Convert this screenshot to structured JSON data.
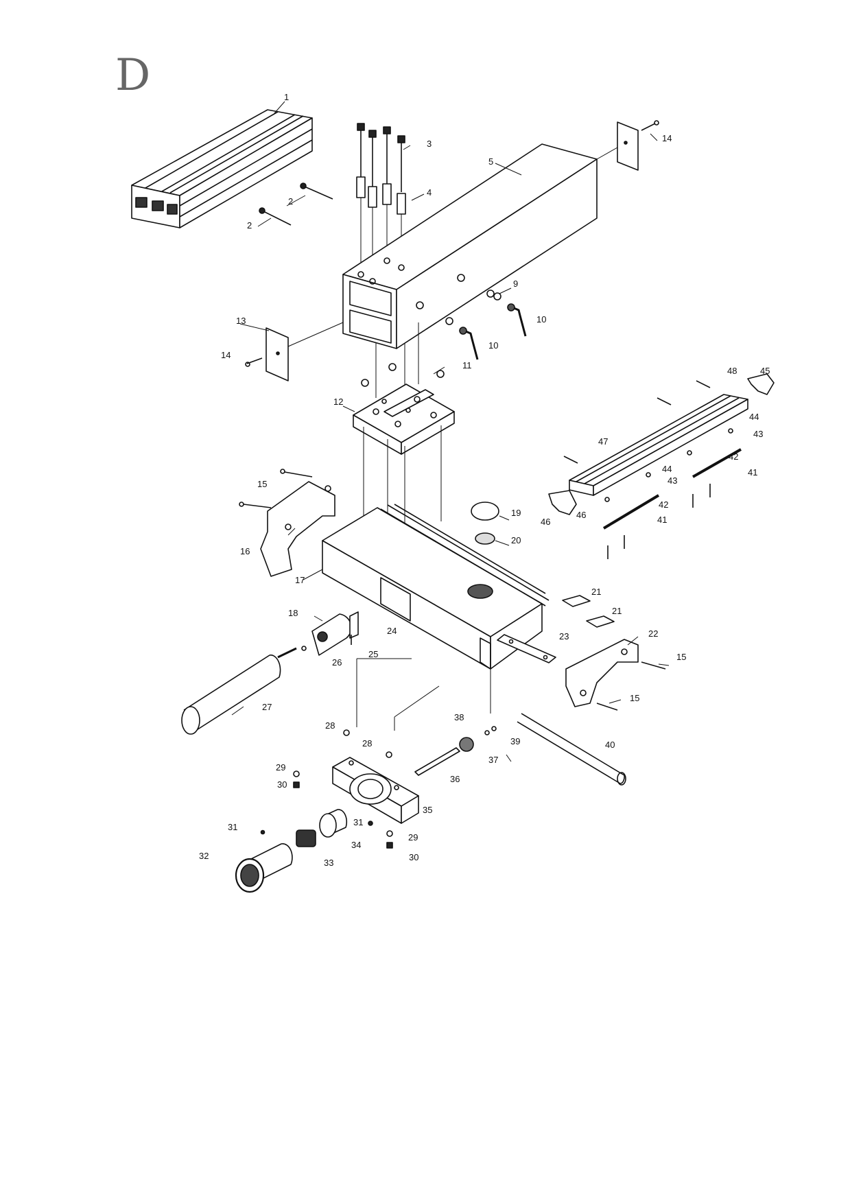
{
  "section_letter": "D",
  "callouts": [
    {
      "num": "1"
    },
    {
      "num": "2"
    },
    {
      "num": "2"
    },
    {
      "num": "3"
    },
    {
      "num": "4"
    },
    {
      "num": "5"
    },
    {
      "num": "14"
    },
    {
      "num": "9"
    },
    {
      "num": "10"
    },
    {
      "num": "10"
    },
    {
      "num": "13"
    },
    {
      "num": "14"
    },
    {
      "num": "11"
    },
    {
      "num": "12"
    },
    {
      "num": "48"
    },
    {
      "num": "45"
    },
    {
      "num": "44"
    },
    {
      "num": "47"
    },
    {
      "num": "43"
    },
    {
      "num": "42"
    },
    {
      "num": "41"
    },
    {
      "num": "44"
    },
    {
      "num": "43"
    },
    {
      "num": "42"
    },
    {
      "num": "41"
    },
    {
      "num": "46"
    },
    {
      "num": "46"
    },
    {
      "num": "15"
    },
    {
      "num": "19"
    },
    {
      "num": "20"
    },
    {
      "num": "16"
    },
    {
      "num": "17"
    },
    {
      "num": "21"
    },
    {
      "num": "21"
    },
    {
      "num": "22"
    },
    {
      "num": "18"
    },
    {
      "num": "24"
    },
    {
      "num": "23"
    },
    {
      "num": "25"
    },
    {
      "num": "26"
    },
    {
      "num": "15"
    },
    {
      "num": "15"
    },
    {
      "num": "27"
    },
    {
      "num": "28"
    },
    {
      "num": "38"
    },
    {
      "num": "39"
    },
    {
      "num": "28"
    },
    {
      "num": "40"
    },
    {
      "num": "37"
    },
    {
      "num": "29"
    },
    {
      "num": "30"
    },
    {
      "num": "36"
    },
    {
      "num": "35"
    },
    {
      "num": "31"
    },
    {
      "num": "31"
    },
    {
      "num": "29"
    },
    {
      "num": "34"
    },
    {
      "num": "32"
    },
    {
      "num": "33"
    },
    {
      "num": "30"
    }
  ]
}
